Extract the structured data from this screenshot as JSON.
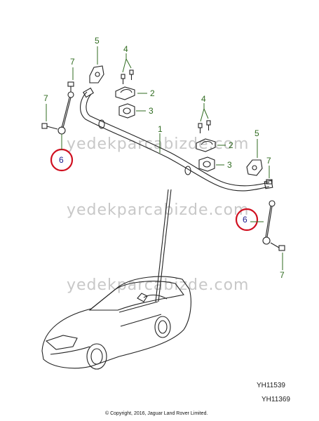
{
  "callouts": {
    "bar": "1",
    "clamp_left": "2",
    "clamp_right": "2",
    "bushing_left": "3",
    "bushing_right": "3",
    "bolt_left": "4",
    "bolt_right": "4",
    "bracket_left": "5",
    "bracket_right": "5",
    "link_left": "6",
    "link_right": "6",
    "nut_left_top": "7",
    "nut_left_side": "7",
    "nut_right_top": "7",
    "nut_right_bottom": "7"
  },
  "watermarks": [
    "yedekparcabizde.com",
    "yedekparcabizde.com",
    "yedekparcabizde.com"
  ],
  "codes": {
    "primary": "YH11539",
    "secondary": "YH11369"
  },
  "copyright": "© Copyright, 2016, Jaguar Land Rover Limited.",
  "colors": {
    "callout_green": "#2f6b1f",
    "highlight_red": "#d01020",
    "callout_blue": "#1a1a8c"
  }
}
